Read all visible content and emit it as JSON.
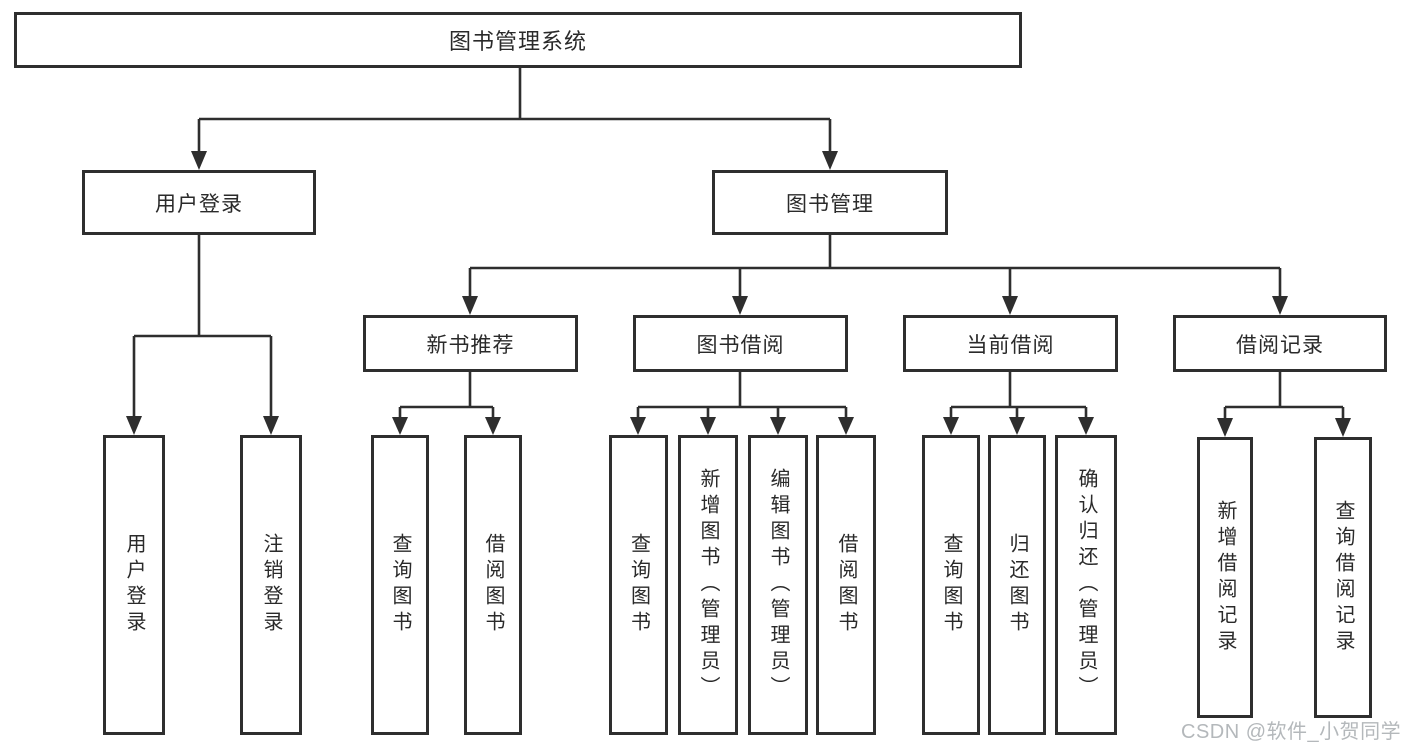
{
  "tree": {
    "root": {
      "label": "图书管理系统",
      "children": [
        {
          "label": "用户登录",
          "children": [
            {
              "label": "用户登录"
            },
            {
              "label": "注销登录"
            }
          ]
        },
        {
          "label": "图书管理",
          "children": [
            {
              "label": "新书推荐",
              "children": [
                {
                  "label": "查询图书"
                },
                {
                  "label": "借阅图书"
                }
              ]
            },
            {
              "label": "图书借阅",
              "children": [
                {
                  "label": "查询图书"
                },
                {
                  "label": "新增图书（管理员）"
                },
                {
                  "label": "编辑图书（管理员）"
                },
                {
                  "label": "借阅图书"
                }
              ]
            },
            {
              "label": "当前借阅",
              "children": [
                {
                  "label": "查询图书"
                },
                {
                  "label": "归还图书"
                },
                {
                  "label": "确认归还（管理员）"
                }
              ]
            },
            {
              "label": "借阅记录",
              "children": [
                {
                  "label": "新增借阅记录"
                },
                {
                  "label": "查询借阅记录"
                }
              ]
            }
          ]
        }
      ]
    }
  },
  "watermark": {
    "text": "CSDN @软件_小贺同学"
  },
  "colors": {
    "line": "#2e2e2e",
    "box_border": "#2e2e2e",
    "text": "#2a2a2a",
    "background": "#ffffff",
    "watermark": "#b4b8bb"
  }
}
